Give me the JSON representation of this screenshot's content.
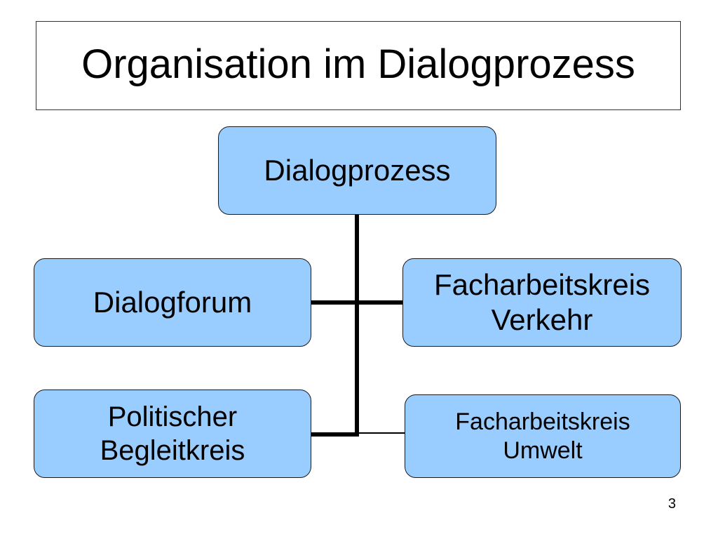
{
  "title": "Organisation im Dialogprozess",
  "nodes": {
    "root": "Dialogprozess",
    "forum": "Dialogforum",
    "verkehr": "Facharbeitskreis\nVerkehr",
    "politik": "Politischer \nBegleitkreis",
    "umwelt": "Facharbeitskreis\nUmwelt"
  },
  "colors": {
    "node_fill": "#99ccff",
    "node_border": "#1a1a1a",
    "connector": "#000000"
  },
  "page_number": "3"
}
